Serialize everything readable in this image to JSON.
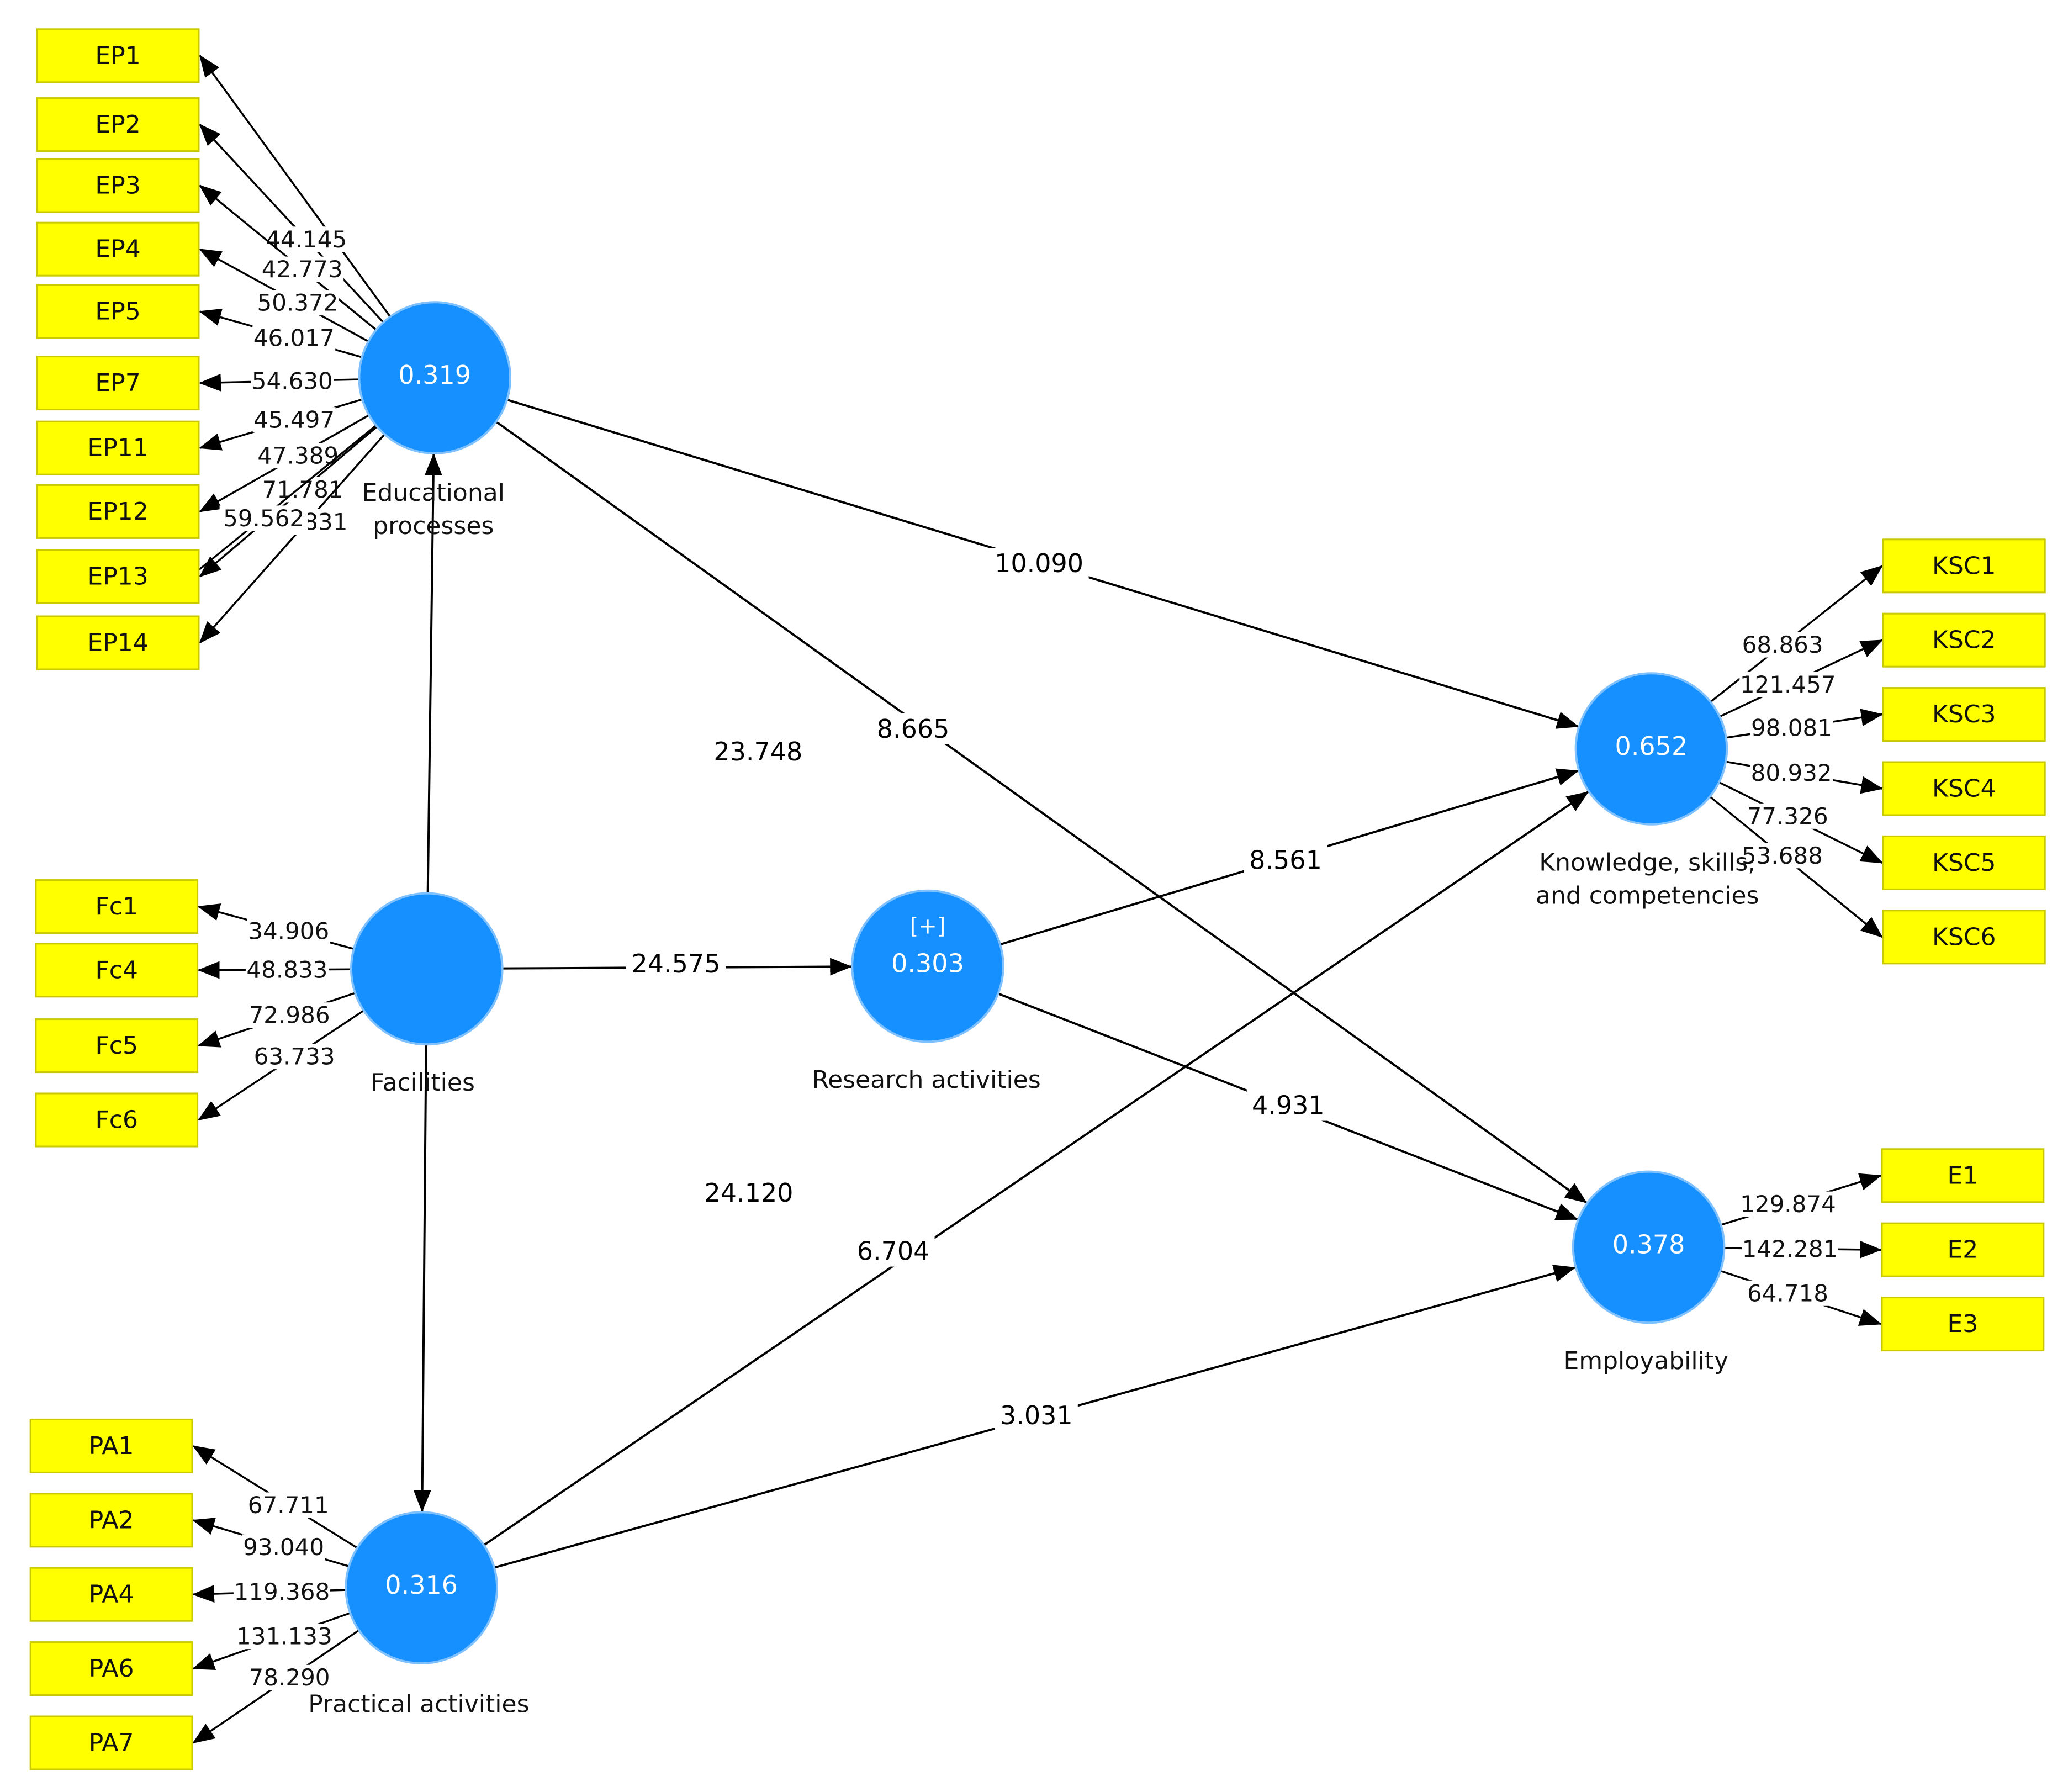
{
  "latent": {
    "EP": {
      "value": "0.319",
      "name_lines": [
        "Educational",
        "processes"
      ]
    },
    "FC": {
      "value": "",
      "name_lines": [
        "Facilities"
      ]
    },
    "RA": {
      "value": "0.303",
      "plus": "[+]",
      "name_lines": [
        "Research activities"
      ]
    },
    "PA": {
      "value": "0.316",
      "name_lines": [
        "Practical activities"
      ]
    },
    "KSC": {
      "value": "0.652",
      "name_lines": [
        "Knowledge, skills,",
        "and competencies"
      ]
    },
    "EMP": {
      "value": "0.378",
      "name_lines": [
        "Employability"
      ]
    }
  },
  "indicators": {
    "EP": [
      {
        "label": "EP1",
        "weight": ""
      },
      {
        "label": "EP2",
        "weight": "44.145"
      },
      {
        "label": "EP3",
        "weight": "42.773"
      },
      {
        "label": "EP4",
        "weight": "50.372"
      },
      {
        "label": "EP5",
        "weight": "46.017"
      },
      {
        "label": "EP7",
        "weight": "54.630"
      },
      {
        "label": "EP11",
        "weight": "45.497"
      },
      {
        "label": "EP12",
        "weight": "47.389"
      },
      {
        "label": "EP13",
        "weight": "71.781"
      },
      {
        "label": "EP14",
        "weight": "50.831"
      }
    ],
    "EP_extra_weight": "59.562",
    "FC": [
      {
        "label": "Fc1",
        "weight": "34.906"
      },
      {
        "label": "Fc4",
        "weight": "48.833"
      },
      {
        "label": "Fc5",
        "weight": "72.986"
      },
      {
        "label": "Fc6",
        "weight": "63.733"
      }
    ],
    "PA": [
      {
        "label": "PA1",
        "weight": "67.711"
      },
      {
        "label": "PA2",
        "weight": "93.040"
      },
      {
        "label": "PA4",
        "weight": "119.368"
      },
      {
        "label": "PA6",
        "weight": "131.133"
      },
      {
        "label": "PA7",
        "weight": "78.290"
      }
    ],
    "KSC": [
      {
        "label": "KSC1",
        "weight": "68.863"
      },
      {
        "label": "KSC2",
        "weight": "121.457"
      },
      {
        "label": "KSC3",
        "weight": "98.081"
      },
      {
        "label": "KSC4",
        "weight": "80.932"
      },
      {
        "label": "KSC5",
        "weight": "77.326"
      },
      {
        "label": "KSC6",
        "weight": "53.688"
      }
    ],
    "EMP": [
      {
        "label": "E1",
        "weight": "129.874"
      },
      {
        "label": "E2",
        "weight": "142.281"
      },
      {
        "label": "E3",
        "weight": "64.718"
      }
    ]
  },
  "paths": {
    "FC_EP": "23.748",
    "FC_RA": "24.575",
    "FC_PA": "24.120",
    "EP_KSC": "10.090",
    "EP_EMP": "8.665",
    "RA_KSC": "8.561",
    "RA_EMP": "4.931",
    "PA_KSC": "6.704",
    "PA_EMP": "3.031"
  },
  "colors": {
    "indicator_fill": "#ffff00",
    "latent_fill": "#1690ff"
  }
}
